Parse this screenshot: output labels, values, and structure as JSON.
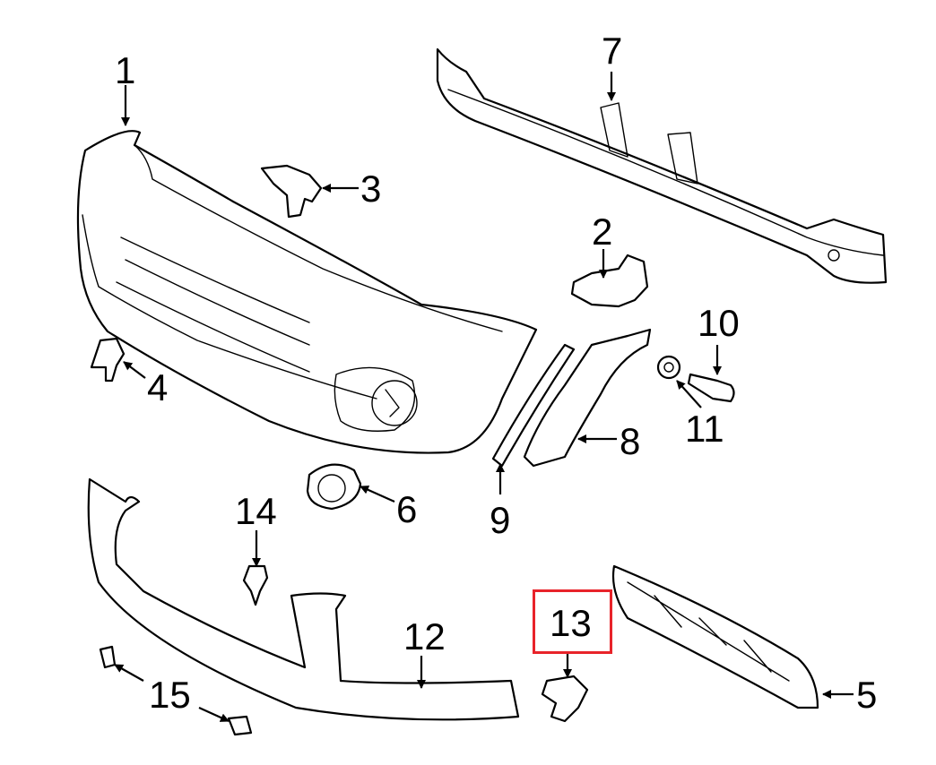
{
  "diagram": {
    "callouts": [
      {
        "id": "1",
        "label": "1"
      },
      {
        "id": "2",
        "label": "2"
      },
      {
        "id": "3",
        "label": "3"
      },
      {
        "id": "4",
        "label": "4"
      },
      {
        "id": "5",
        "label": "5"
      },
      {
        "id": "6",
        "label": "6"
      },
      {
        "id": "7",
        "label": "7"
      },
      {
        "id": "8",
        "label": "8"
      },
      {
        "id": "9",
        "label": "9"
      },
      {
        "id": "10",
        "label": "10"
      },
      {
        "id": "11",
        "label": "11"
      },
      {
        "id": "12",
        "label": "12"
      },
      {
        "id": "13",
        "label": "13"
      },
      {
        "id": "14",
        "label": "14"
      },
      {
        "id": "15",
        "label": "15"
      }
    ],
    "highlighted_callout": "13",
    "colors": {
      "line": "#000000",
      "highlight": "#e8232a",
      "background": "#ffffff"
    }
  }
}
